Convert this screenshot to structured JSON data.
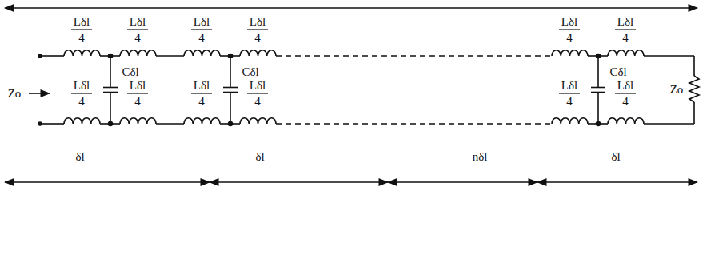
{
  "diagram": {
    "labels": [
      "Lδl",
      "4",
      "Lδl",
      "4",
      "Lδl",
      "4",
      "Lδl",
      "4",
      "Lδl",
      "4",
      "Lδl",
      "4",
      "Cδl",
      "Cδl",
      "Cδl",
      "Zo",
      "Lδl",
      "4",
      "Lδl",
      "4",
      "Lδl",
      "4",
      "Lδl",
      "4",
      "Lδl",
      "4",
      "Lδl",
      "4",
      "Zo",
      "δl",
      "δl",
      "nδl",
      "δl"
    ]
  }
}
